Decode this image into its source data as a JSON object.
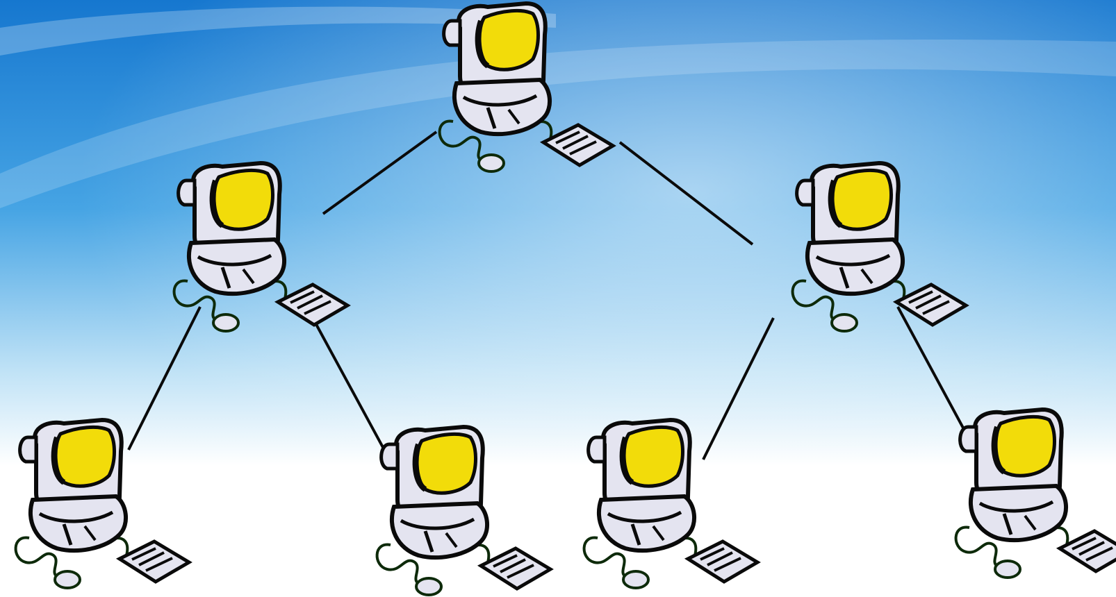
{
  "diagram": {
    "kind": "tree-network-topology",
    "node_icon": "computer-icon",
    "nodes": [
      {
        "id": "root",
        "level": 0
      },
      {
        "id": "mid-left",
        "level": 1
      },
      {
        "id": "mid-right",
        "level": 1
      },
      {
        "id": "leaf-1",
        "level": 2
      },
      {
        "id": "leaf-2",
        "level": 2
      },
      {
        "id": "leaf-3",
        "level": 2
      },
      {
        "id": "leaf-4",
        "level": 2
      }
    ],
    "edges": [
      {
        "from": "root",
        "to": "mid-left"
      },
      {
        "from": "root",
        "to": "mid-right"
      },
      {
        "from": "mid-left",
        "to": "leaf-1"
      },
      {
        "from": "mid-left",
        "to": "leaf-2"
      },
      {
        "from": "mid-right",
        "to": "leaf-3"
      },
      {
        "from": "mid-right",
        "to": "leaf-4"
      }
    ]
  },
  "colors": {
    "background_top": "#1a7fd6",
    "background_bottom": "#ffffff",
    "screen": "#f2dc0a",
    "body": "#e4e4f0",
    "outline": "#0a0a0a",
    "edge": "#0a0a0a"
  }
}
